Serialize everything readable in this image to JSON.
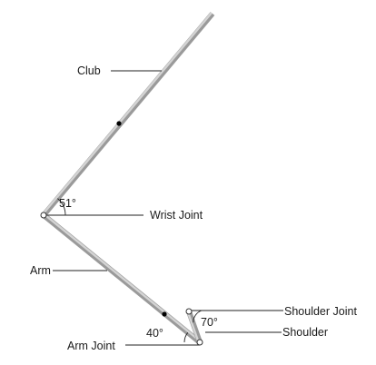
{
  "labels": {
    "club": "Club",
    "wrist_joint": "Wrist Joint",
    "arm": "Arm",
    "shoulder_joint": "Shoulder Joint",
    "shoulder": "Shoulder",
    "arm_joint": "Arm Joint",
    "angle_wrist": "51°",
    "angle_arm": "40°",
    "angle_shoulder": "70°"
  }
}
